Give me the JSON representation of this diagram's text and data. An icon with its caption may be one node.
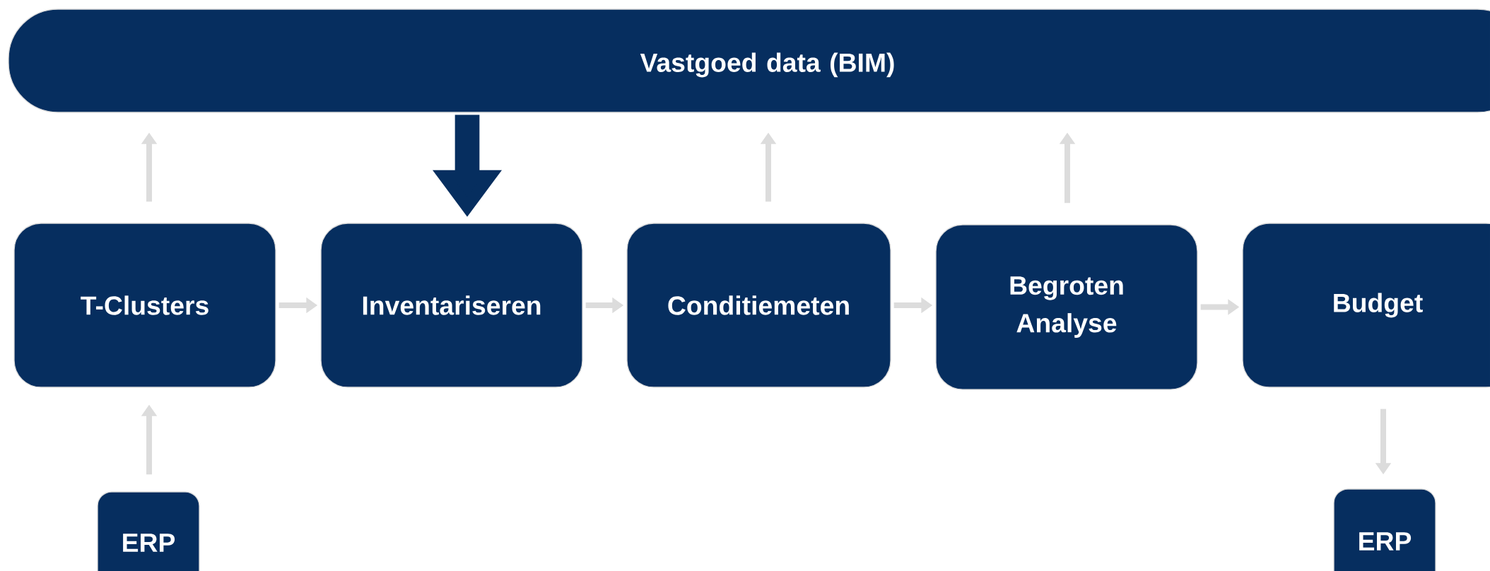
{
  "diagram": {
    "nodes": [
      {
        "text": [
          "Vastgoed data (BIM)"
        ]
      },
      {
        "text": [
          "T-Clusters"
        ]
      },
      {
        "text": [
          "Inventariseren"
        ]
      },
      {
        "text": [
          "Conditiemeten"
        ]
      },
      {
        "text": [
          "Begroten Analyse"
        ]
      },
      {
        "text": [
          "Budget"
        ]
      },
      {
        "text": [
          "ERP"
        ]
      },
      {
        "text": [
          "ERP"
        ]
      }
    ],
    "edges": [
      {
        "from": 1,
        "to": 0,
        "arrow": "to"
      },
      {
        "from": 0,
        "to": 2,
        "arrow": "to",
        "style": "thick",
        "color": "#062e5f"
      },
      {
        "from": 3,
        "to": 0,
        "arrow": "to"
      },
      {
        "from": 4,
        "to": 0,
        "arrow": "to"
      },
      {
        "from": 1,
        "to": 2,
        "arrow": "to"
      },
      {
        "from": 2,
        "to": 3,
        "arrow": "to"
      },
      {
        "from": 3,
        "to": 4,
        "arrow": "to"
      },
      {
        "from": 4,
        "to": 5,
        "arrow": "to"
      },
      {
        "from": 6,
        "to": 1,
        "arrow": "to"
      },
      {
        "from": 5,
        "to": 7,
        "arrow": "to"
      }
    ]
  }
}
